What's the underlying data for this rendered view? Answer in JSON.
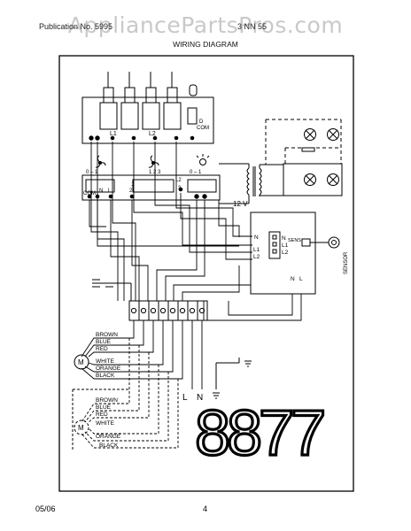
{
  "watermark": "AppliancePartsPros.com",
  "header": {
    "left": "Publication No.  5995",
    "right": "3 NN 55"
  },
  "title": "WIRING DIAGRAM",
  "footer": {
    "date": "05/06",
    "page": "4"
  },
  "labels": {
    "l1": "L1",
    "l2": "L2",
    "com_sw": "COM",
    "led_d": "D",
    "ctrl_range_left": "0 – 1",
    "ctrl_range_mid": "1 2 3",
    "ctrl_range_right": "0 – 1",
    "ctrl_com": "COM",
    "ctrl_n": "N",
    "ctrl_l": "L",
    "ctrl_l2": "L2",
    "ctrl_2": "2",
    "ctrl_3": "3",
    "ctrl_1": "1",
    "voltage": "12 V",
    "sensor_n": "N",
    "sensor_l1": "L1",
    "sensor_l2": "L2",
    "sensor_n2": "N",
    "sensor_l": "L",
    "sensor_sens": "SENS",
    "sensor_label": "SENSOR",
    "brown": "BROWN",
    "blue": "BLUE",
    "red": "RED",
    "white": "WHITE",
    "orange": "ORANGE",
    "black": "BLACK",
    "motor_symbol": "M",
    "mains_l": "L",
    "mains_n": "N"
  },
  "part_number": "8877"
}
